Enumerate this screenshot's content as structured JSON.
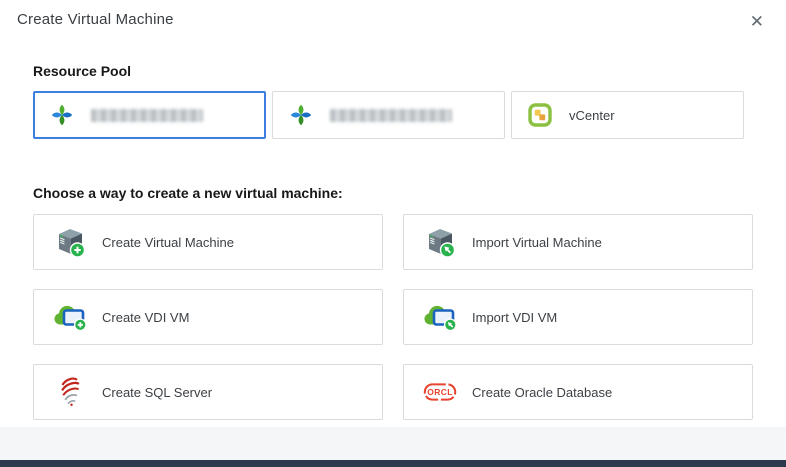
{
  "dialog": {
    "title": "Create Virtual Machine",
    "close_icon": "✕"
  },
  "resource_pool": {
    "heading": "Resource Pool",
    "items": [
      {
        "label": "",
        "redacted": true,
        "icon": "cluster-icon",
        "selected": true
      },
      {
        "label": "",
        "redacted": true,
        "icon": "cluster-icon",
        "selected": false
      },
      {
        "label": "vCenter",
        "redacted": false,
        "icon": "vcenter-icon",
        "selected": false
      }
    ]
  },
  "create_options": {
    "heading": "Choose a way to create a new virtual machine:",
    "items": [
      {
        "label": "Create Virtual Machine",
        "icon": "server-create-icon"
      },
      {
        "label": "Import Virtual Machine",
        "icon": "server-import-icon"
      },
      {
        "label": "Create VDI VM",
        "icon": "vdi-create-icon"
      },
      {
        "label": "Import VDI VM",
        "icon": "vdi-import-icon"
      },
      {
        "label": "Create SQL Server",
        "icon": "sql-server-icon"
      },
      {
        "label": "Create Oracle Database",
        "icon": "oracle-icon"
      }
    ]
  },
  "colors": {
    "selected_border": "#3E7EE3",
    "card_border": "#D9DCDF",
    "accent_green": "#27B24B",
    "sql_red": "#C2251C",
    "oracle_red": "#E8432E",
    "taskbar": "#2B3A4C",
    "footer_bg": "#F5F6F8"
  }
}
